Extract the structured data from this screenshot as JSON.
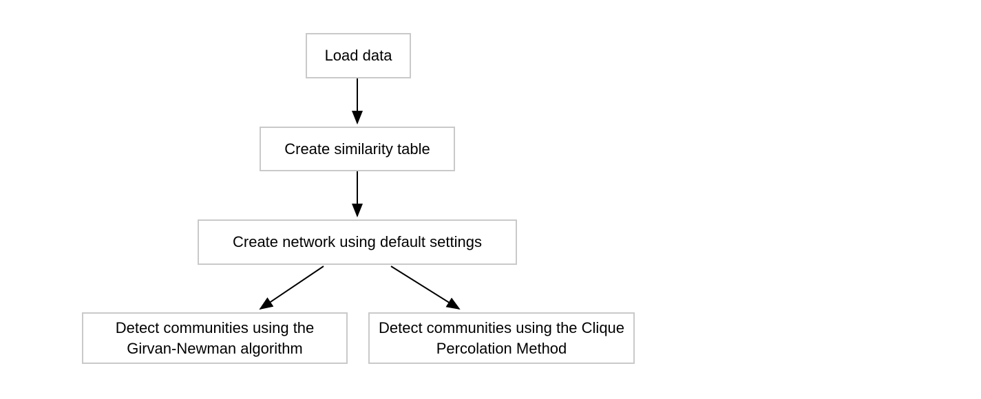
{
  "diagram": {
    "type": "flowchart",
    "nodes": [
      {
        "id": "load-data",
        "label": "Load data"
      },
      {
        "id": "create-similarity-table",
        "label": "Create similarity table"
      },
      {
        "id": "create-network",
        "label": "Create network using default settings"
      },
      {
        "id": "detect-girvan-newman",
        "label": "Detect communities using the Girvan-Newman algorithm"
      },
      {
        "id": "detect-clique-percolation",
        "label": "Detect communities using the Clique Percolation Method"
      }
    ],
    "edges": [
      {
        "from": "load-data",
        "to": "create-similarity-table"
      },
      {
        "from": "create-similarity-table",
        "to": "create-network"
      },
      {
        "from": "create-network",
        "to": "detect-girvan-newman"
      },
      {
        "from": "create-network",
        "to": "detect-clique-percolation"
      }
    ],
    "colors": {
      "background": "#ffffff",
      "box_border": "#c9c9c9",
      "text": "#000000",
      "arrow": "#000000"
    }
  }
}
